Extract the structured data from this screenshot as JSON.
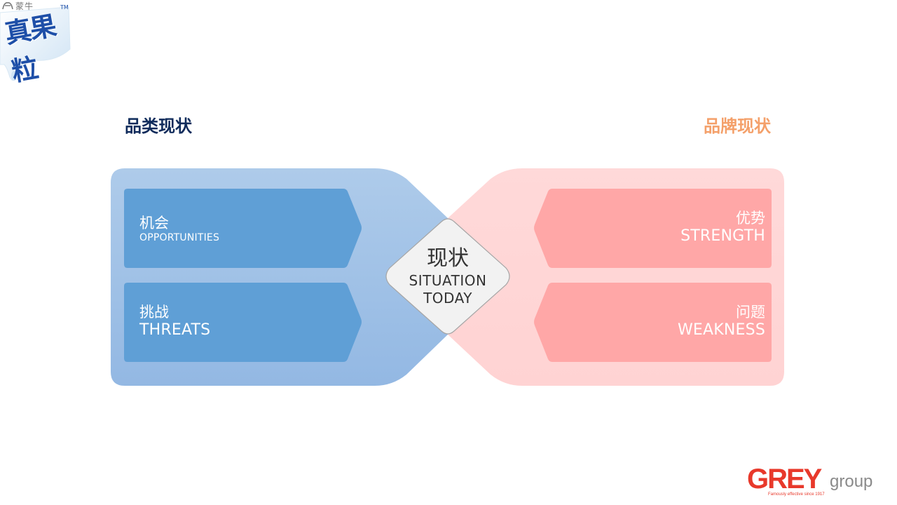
{
  "brand": {
    "company_mark": "蒙牛",
    "product_name": "真果粒",
    "trademark": "TM"
  },
  "headings": {
    "left": "品类现状",
    "right": "品牌现状"
  },
  "colors": {
    "left_heading": "#0f2b5b",
    "right_heading": "#f4a06a",
    "left_panel_top": "#aecbea",
    "left_panel_bottom": "#93b8e3",
    "left_card": "#5f9fd6",
    "right_panel": "#ffd6d6",
    "right_card": "#ffa7a7",
    "center_fill": "#f2f2f2",
    "grey_red": "#e8392b"
  },
  "cards": {
    "opportunities": {
      "cn": "机会",
      "en": "OPPORTUNITIES"
    },
    "threats": {
      "cn": "挑战",
      "en": "THREATS"
    },
    "strength": {
      "cn": "优势",
      "en": "STRENGTH"
    },
    "weakness": {
      "cn": "问题",
      "en": "WEAKNESS"
    }
  },
  "center": {
    "cn": "现状",
    "en_line1": "SITUATION",
    "en_line2": "TODAY"
  },
  "grey_logo": {
    "word": "GREY",
    "suffix": "group",
    "tagline": "Famously effective since 1917"
  }
}
